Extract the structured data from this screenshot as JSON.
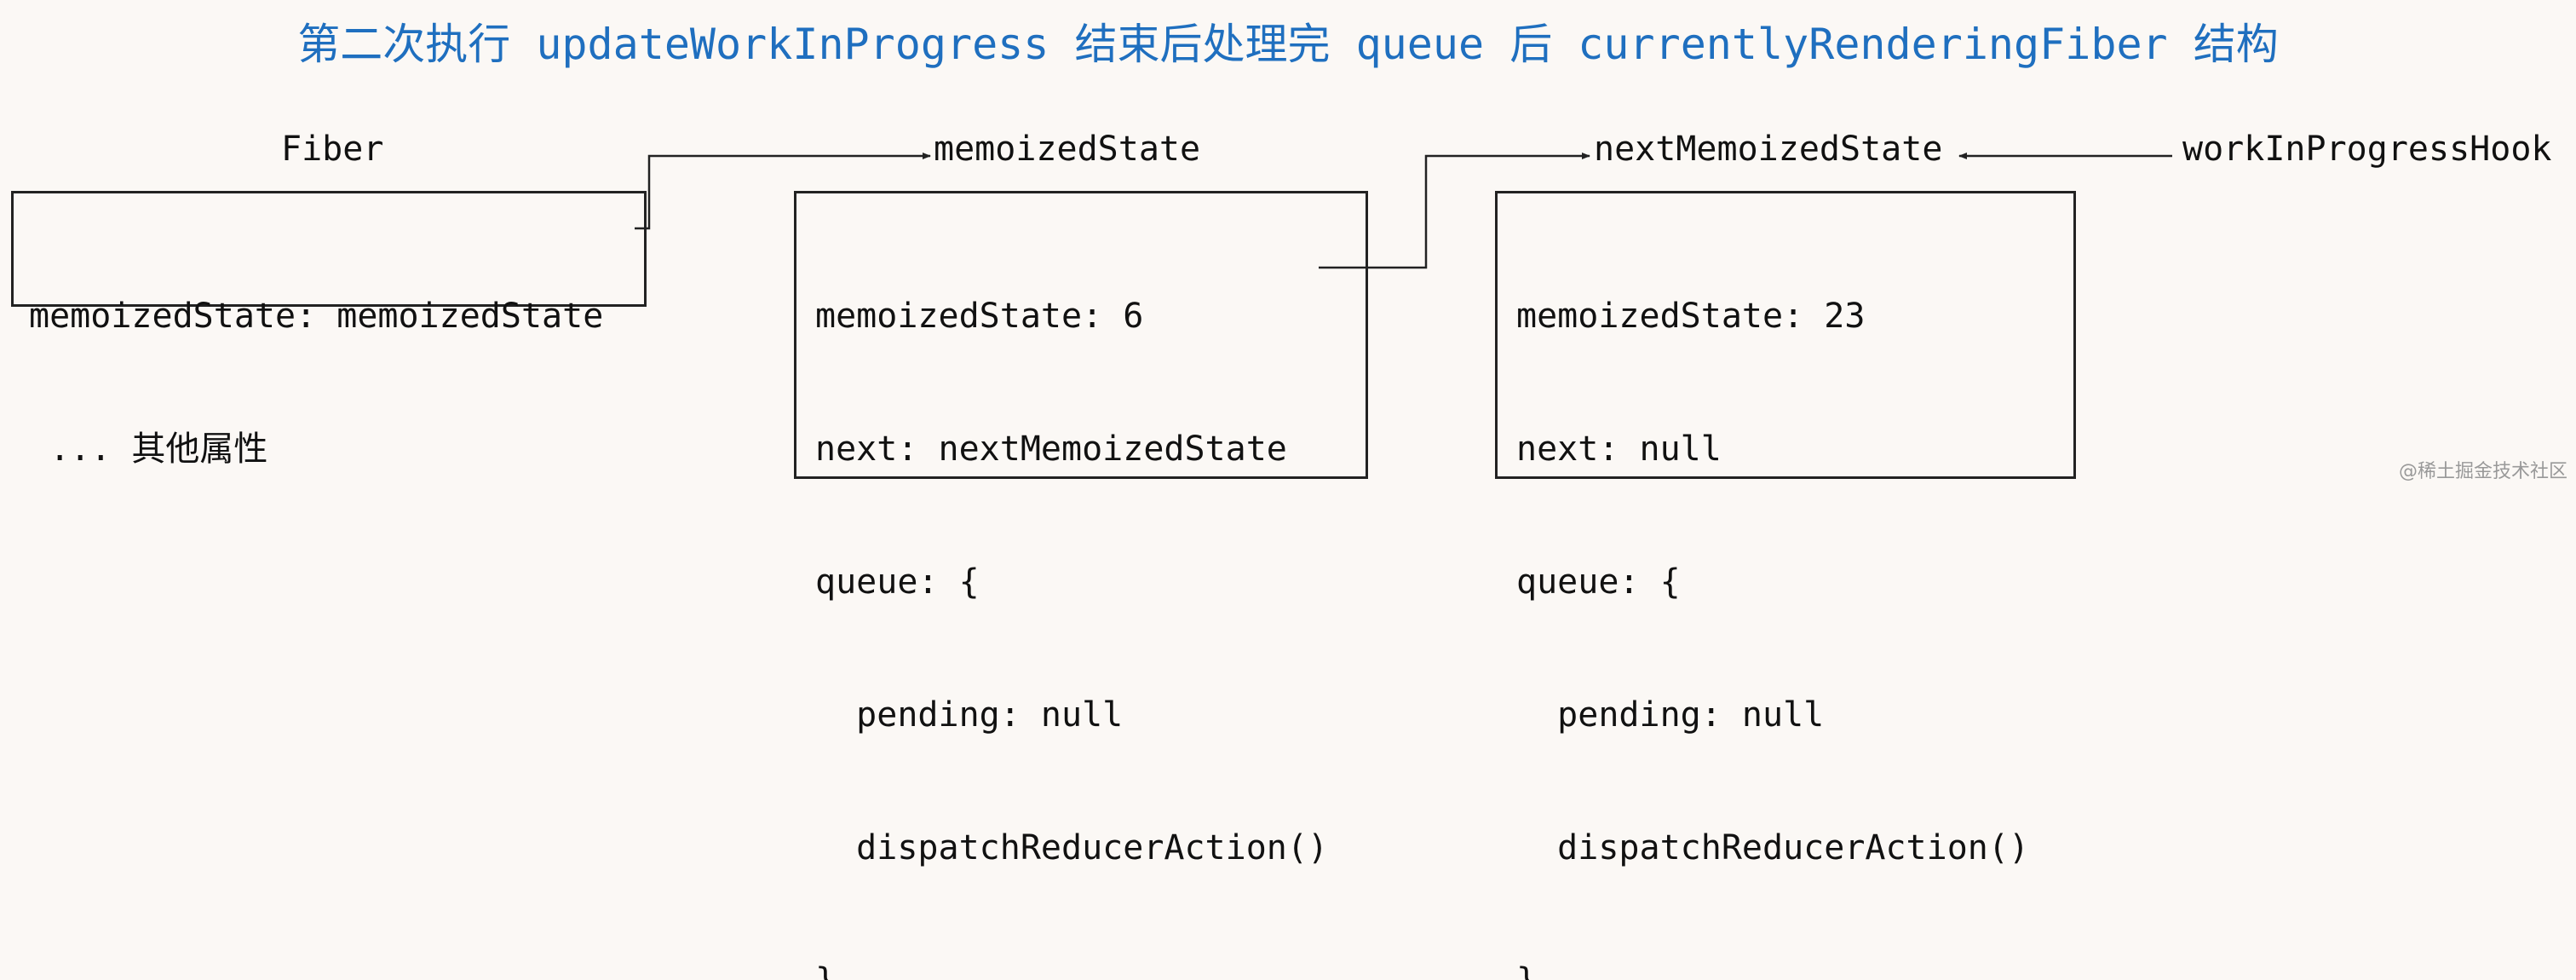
{
  "title": "第二次执行 updateWorkInProgress 结束后处理完 queue 后 currentlyRenderingFiber 结构",
  "labels": {
    "fiber": "Fiber",
    "memoized_state": "memoizedState",
    "next_memoized_state": "nextMemoizedState",
    "work_in_progress_hook": "workInProgressHook"
  },
  "fiber_box": {
    "lines": [
      "memoizedState: memoizedState",
      " ... 其他属性"
    ]
  },
  "memoized_state_box": {
    "lines": [
      "memoizedState: 6",
      "next: nextMemoizedState",
      "queue: {",
      "  pending: null",
      "  dispatchReducerAction()",
      "}"
    ]
  },
  "next_memoized_state_box": {
    "lines": [
      "memoizedState: 23",
      "next: null",
      "queue: {",
      "  pending: null",
      "  dispatchReducerAction()",
      "}"
    ]
  },
  "watermark": "@稀土掘金技术社区",
  "colors": {
    "title": "#1f6fbf",
    "background": "#fbf8f5"
  }
}
